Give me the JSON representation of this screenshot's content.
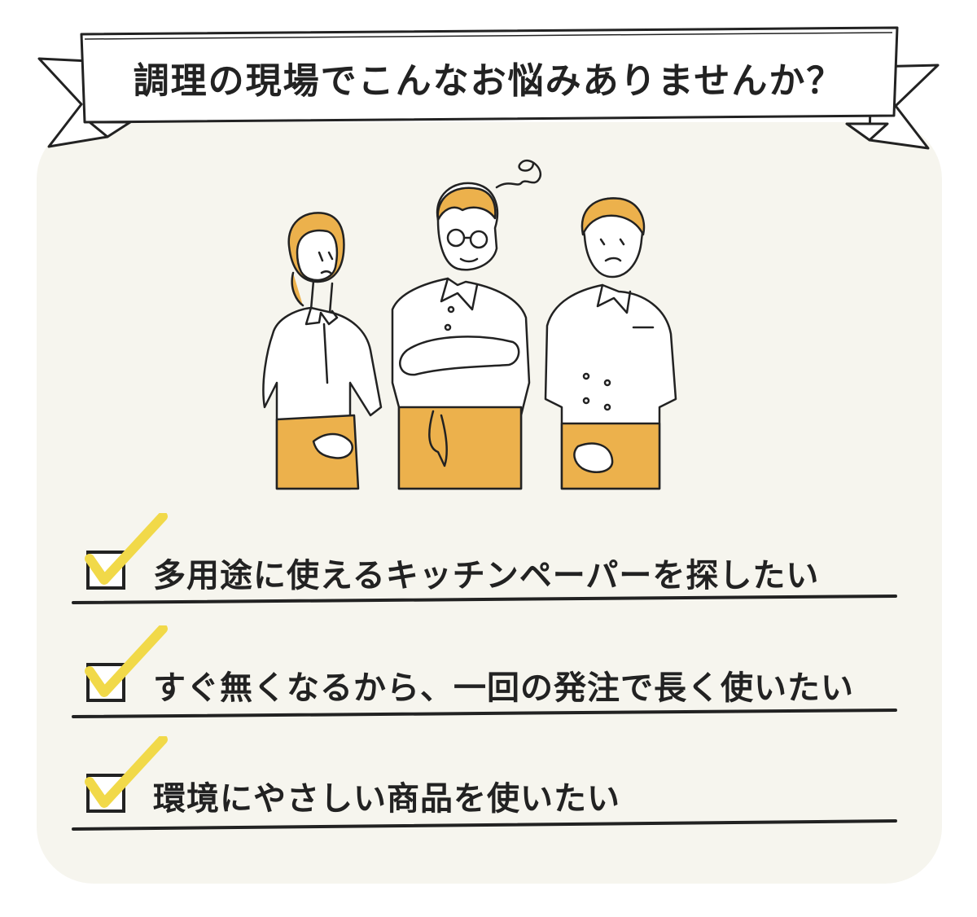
{
  "header": {
    "title": "調理の現場でこんなお悩みありませんか？"
  },
  "checklist": {
    "items": [
      {
        "label": "多用途に使えるキッチンペーパーを探したい"
      },
      {
        "label": "すぐ無くなるから、一回の発注で長く使いたい"
      },
      {
        "label": "環境にやさしい商品を使いたい"
      }
    ]
  },
  "colors": {
    "panel_bg": "#f6f5ee",
    "accent_yellow": "#f1d949",
    "apron_orange": "#ecb14c",
    "ink": "#222222"
  }
}
